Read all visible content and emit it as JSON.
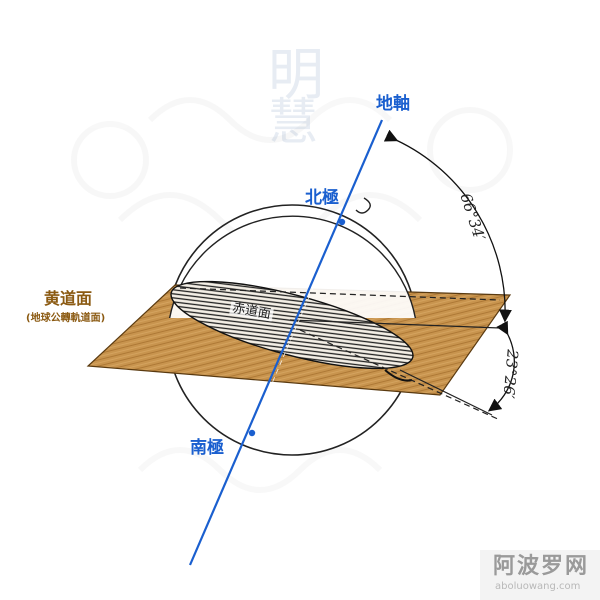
{
  "labels": {
    "earth_axis": "地軸",
    "north_pole": "北極",
    "south_pole": "南極",
    "ecliptic_plane": "黄道面",
    "ecliptic_plane_note": "(地球公轉軌道面)",
    "equatorial_plane": "赤道面",
    "angle_axis_to_ecliptic": "66°34′",
    "angle_tilt": "23°26′"
  },
  "watermark": {
    "text_top": "明",
    "text_mid": "慧",
    "site_cn": "阿波罗网",
    "site_url": "aboluowang.com"
  },
  "colors": {
    "axis_blue": "#1a5fcf",
    "plane_brown": "#c8944e",
    "label_brown": "#8b5a12"
  }
}
